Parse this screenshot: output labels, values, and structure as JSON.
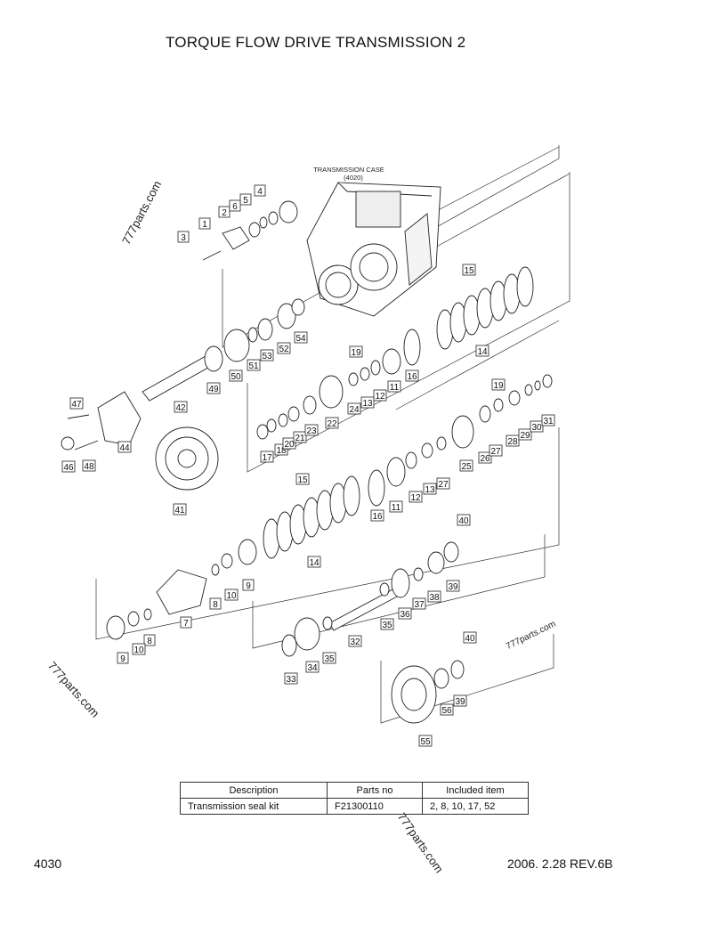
{
  "title": "TORQUE FLOW DRIVE TRANSMISSION 2",
  "case_label": {
    "line1": "TRANSMISSION CASE",
    "line2": "(4020)"
  },
  "watermark": "777parts.com",
  "callouts": [
    "1",
    "2",
    "3",
    "4",
    "5",
    "6",
    "7",
    "8",
    "8",
    "9",
    "9",
    "10",
    "10",
    "11",
    "11",
    "12",
    "12",
    "13",
    "13",
    "14",
    "14",
    "15",
    "15",
    "16",
    "16",
    "17",
    "18",
    "19",
    "19",
    "20",
    "21",
    "22",
    "23",
    "24",
    "25",
    "26",
    "27",
    "27",
    "28",
    "29",
    "30",
    "31",
    "32",
    "33",
    "34",
    "35",
    "35",
    "36",
    "37",
    "38",
    "39",
    "39",
    "40",
    "40",
    "41",
    "42",
    "44",
    "46",
    "47",
    "48",
    "49",
    "50",
    "51",
    "52",
    "53",
    "54",
    "55",
    "56"
  ],
  "seal_kit": {
    "headers": [
      "Description",
      "Parts no",
      "Included item"
    ],
    "rows": [
      [
        "Transmission seal kit",
        "F21300110",
        "2, 8, 10, 17, 52"
      ]
    ]
  },
  "footer": {
    "page_no": "4030",
    "revision": "2006. 2.28 REV.6B"
  }
}
